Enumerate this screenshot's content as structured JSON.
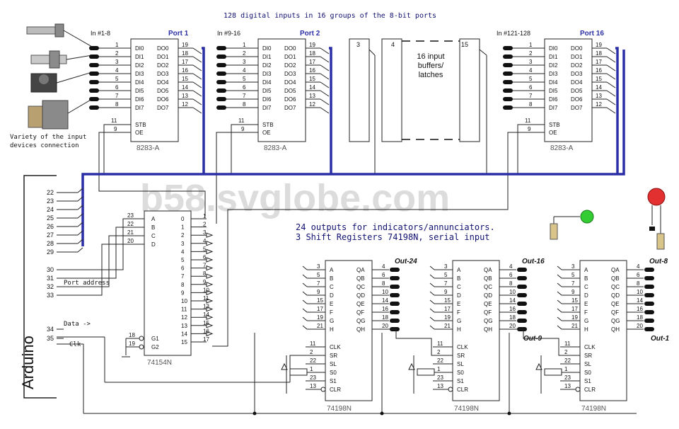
{
  "header": "128 digital inputs in 16 groups of the 8-bit ports",
  "watermark": "b58.svglobe.com",
  "input_ports": [
    {
      "port_label": "Port 1",
      "range_label": "In #1-8",
      "chip": "8283-A"
    },
    {
      "port_label": "Port 2",
      "range_label": "In #9-16",
      "chip": "8283-A"
    },
    {
      "port_label": "Port 16",
      "range_label": "In #121-128",
      "chip": "8283-A"
    }
  ],
  "input_pins": {
    "left_numbers": [
      "1",
      "2",
      "3",
      "4",
      "5",
      "6",
      "7",
      "8"
    ],
    "di": [
      "DI0",
      "DI1",
      "DI2",
      "DI3",
      "DI4",
      "DI5",
      "DI6",
      "DI7"
    ],
    "do": [
      "DO0",
      "DO1",
      "DO2",
      "DO3",
      "DO4",
      "DO5",
      "DO6",
      "DO7"
    ],
    "right_numbers": [
      "19",
      "18",
      "17",
      "16",
      "15",
      "14",
      "13",
      "12"
    ],
    "stb": "STB",
    "oe": "OE",
    "stb_pin": "11",
    "oe_pin": "9"
  },
  "middle_buffers": {
    "labels": [
      "3",
      "4",
      "15"
    ],
    "text": "16 input buffers/ latches"
  },
  "input_devices_note": "Variety of the input devices connection",
  "outputs_note": {
    "line1": "24 outputs for indicators/annunciators.",
    "line2": "3 Shift Registers 74198N, serial input"
  },
  "arduino": {
    "label": "Arduino",
    "pins": [
      "22",
      "23",
      "24",
      "25",
      "26",
      "27",
      "28",
      "29",
      "30",
      "31",
      "32",
      "33",
      "34",
      "35"
    ],
    "port_address": "Port address",
    "data": "Data ->",
    "clk": "Clk"
  },
  "decoder": {
    "name": "74154N",
    "inputs": [
      "A",
      "B",
      "C",
      "D"
    ],
    "input_pins": [
      "23",
      "22",
      "21",
      "20"
    ],
    "outputs": [
      "0",
      "1",
      "2",
      "3",
      "4",
      "5",
      "6",
      "7",
      "8",
      "9",
      "10",
      "11",
      "12",
      "13",
      "14",
      "15"
    ],
    "output_pins": [
      "1",
      "2",
      "3",
      "4",
      "5",
      "6",
      "7",
      "8",
      "9",
      "10",
      "11",
      "13",
      "14",
      "15",
      "16",
      "17"
    ],
    "g_labels": [
      "G1",
      "G2"
    ],
    "g_pins": [
      "18",
      "19"
    ]
  },
  "shift_registers": {
    "name": "74198N",
    "left_labels": [
      "A",
      "B",
      "C",
      "D",
      "E",
      "F",
      "G",
      "H"
    ],
    "left_pins": [
      "3",
      "5",
      "7",
      "9",
      "15",
      "17",
      "19",
      "21"
    ],
    "right_labels": [
      "QA",
      "QB",
      "QC",
      "QD",
      "QE",
      "QF",
      "QG",
      "QH"
    ],
    "right_pins": [
      "4",
      "6",
      "8",
      "10",
      "14",
      "16",
      "18",
      "20"
    ],
    "ctrl_labels": [
      "CLK",
      "SR",
      "SL",
      "S0",
      "S1",
      "CLR"
    ],
    "ctrl_pins": [
      "11",
      "2",
      "22",
      "1",
      "23",
      "13"
    ],
    "out_labels": [
      {
        "top": "Out-24",
        "bottom": ""
      },
      {
        "top": "Out-16",
        "bottom": "Out-9"
      },
      {
        "top": "Out-8",
        "bottom": "Out-1"
      }
    ]
  }
}
